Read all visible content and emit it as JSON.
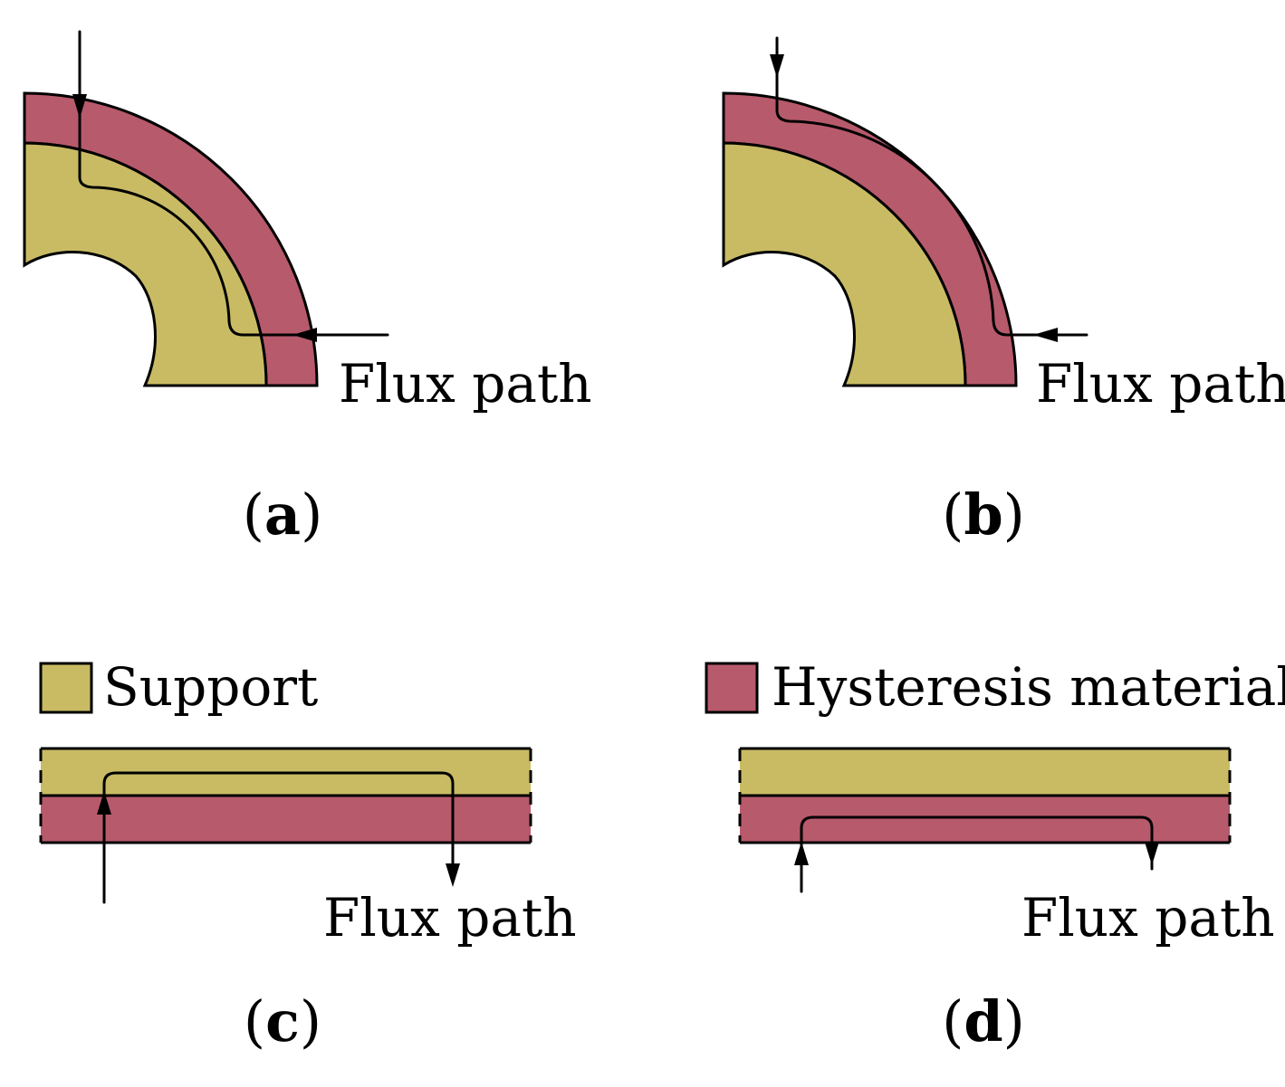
{
  "colors": {
    "support": "#c8bb64",
    "hysteresis": "#b75a6c",
    "line": "#000000",
    "background": "#ffffff"
  },
  "panels": [
    {
      "id": "a",
      "open": "(",
      "letter": "a",
      "close": ")",
      "flux_label": "Flux path"
    },
    {
      "id": "b",
      "open": "(",
      "letter": "b",
      "close": ")",
      "flux_label": "Flux path"
    },
    {
      "id": "c",
      "open": "(",
      "letter": "c",
      "close": ")",
      "flux_label": "Flux path"
    },
    {
      "id": "d",
      "open": "(",
      "letter": "d",
      "close": ")",
      "flux_label": "Flux path"
    }
  ],
  "legend": {
    "support_label": "Support",
    "hysteresis_label": "Hysteresis material"
  }
}
